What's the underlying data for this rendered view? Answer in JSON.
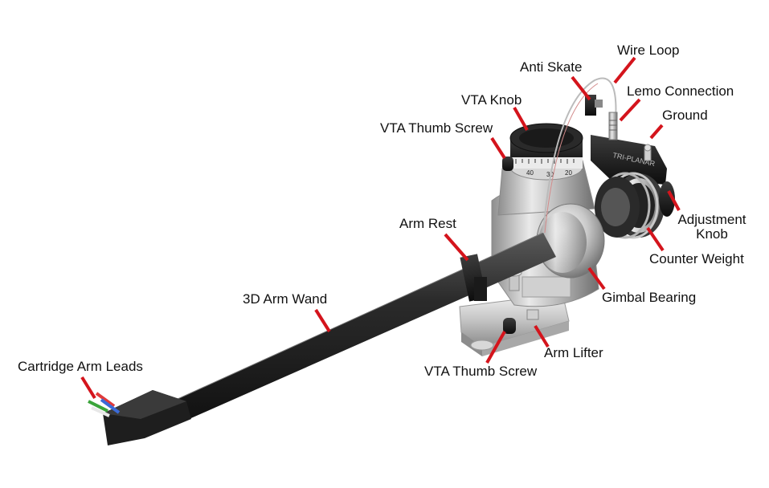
{
  "diagram": {
    "leader_color": "#d4141c",
    "labels": {
      "wire_loop": "Wire Loop",
      "anti_skate": "Anti Skate",
      "lemo_connection": "Lemo Connection",
      "vta_knob": "VTA Knob",
      "ground": "Ground",
      "vta_thumb_screw_top": "VTA Thumb Screw",
      "adjustment_knob_line1": "Adjustment",
      "adjustment_knob_line2": "Knob",
      "arm_rest": "Arm Rest",
      "counter_weight": "Counter Weight",
      "arm_wand": "3D Arm Wand",
      "gimbal_bearing": "Gimbal Bearing",
      "cartridge_arm_leads": "Cartridge Arm Leads",
      "arm_lifter": "Arm Lifter",
      "vta_thumb_screw_bottom": "VTA Thumb Screw"
    },
    "dial_numbers": [
      "40",
      "30",
      "20"
    ],
    "brand_text": "TRI-PLANAR"
  }
}
